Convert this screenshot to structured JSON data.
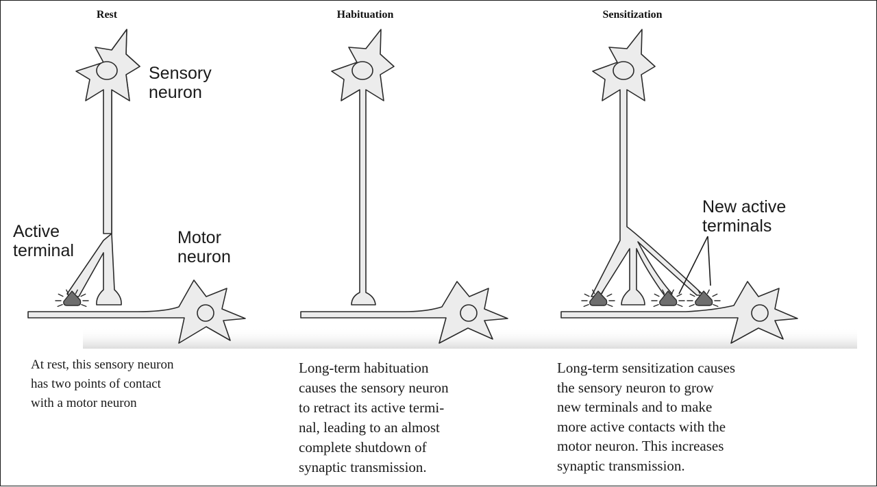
{
  "colors": {
    "cell_fill": "#ececec",
    "outline": "#2a2a2a",
    "active_terminal": "#6e6e6e",
    "background": "#ffffff"
  },
  "panels": [
    {
      "title": "Rest",
      "labels": {
        "sensory_neuron": [
          "Sensory",
          "neuron"
        ],
        "motor_neuron": [
          "Motor",
          "neuron"
        ],
        "active_terminal": [
          "Active",
          "terminal"
        ]
      },
      "caption_lines": [
        "At rest, this sensory neuron",
        "has two points of contact",
        "with a motor neuron"
      ]
    },
    {
      "title": "Habituation",
      "caption_lines": [
        "Long-term habituation",
        "causes the sensory neuron",
        "to retract its active termi-",
        "nal, leading to an almost",
        "complete shutdown of",
        "synaptic transmission."
      ]
    },
    {
      "title": "Sensitization",
      "labels": {
        "new_active_terminals": [
          "New active",
          "terminals"
        ]
      },
      "caption_lines": [
        "Long-term sensitization causes",
        "the sensory neuron to grow",
        "new terminals and to make",
        "more active contacts with the",
        "motor neuron. This increases",
        "synaptic transmission."
      ]
    }
  ]
}
